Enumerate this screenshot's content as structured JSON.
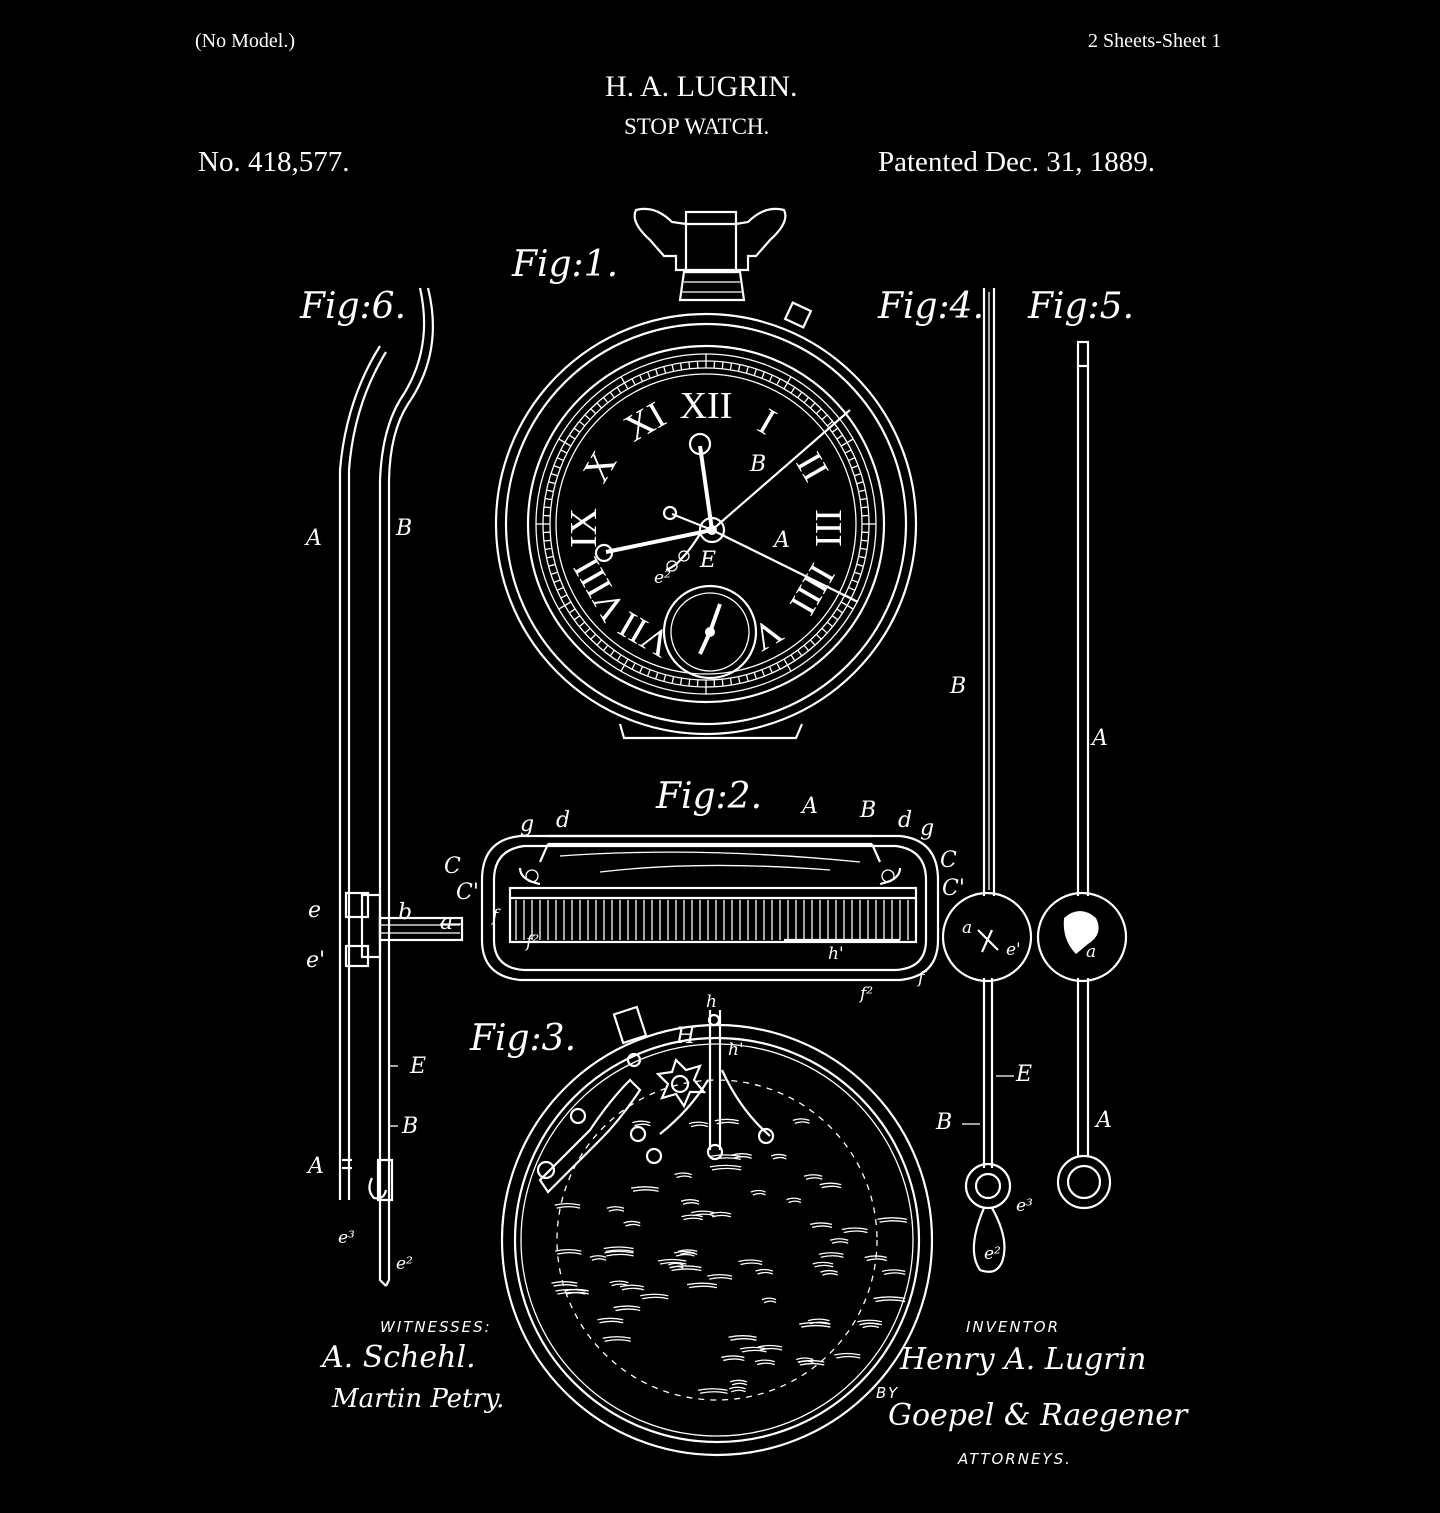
{
  "header": {
    "model_note": "(No Model.)",
    "sheets": "2 Sheets-Sheet 1",
    "inventor_name": "H. A. LUGRIN.",
    "invention": "STOP WATCH.",
    "patent_number": "No. 418,577.",
    "patent_date": "Patented Dec. 31, 1889."
  },
  "figures": {
    "fig1": "Fig:1.",
    "fig2": "Fig:2.",
    "fig3": "Fig:3.",
    "fig4": "Fig:4.",
    "fig5": "Fig:5.",
    "fig6": "Fig:6."
  },
  "dial": {
    "numerals": [
      "XII",
      "I",
      "II",
      "III",
      "IIII",
      "V",
      "VI",
      "VII",
      "VIII",
      "IX",
      "X",
      "XI"
    ]
  },
  "reference_labels": {
    "A": "A",
    "B": "B",
    "C": "C",
    "C1": "C'",
    "E": "E",
    "H": "H",
    "a": "a",
    "b": "b",
    "d": "d",
    "e": "e",
    "e1": "e'",
    "e2": "e²",
    "e3": "e³",
    "f": "f",
    "f2": "f²",
    "g": "g",
    "h": "h",
    "h1": "h'"
  },
  "footer": {
    "witnesses_label": "WITNESSES:",
    "witness_1": "A. Schehl.",
    "witness_2": "Martin Petry.",
    "inventor_label": "INVENTOR",
    "inventor_signature": "Henry A. Lugrin",
    "by_label": "BY",
    "attorneys_signature": "Goepel & Raegener",
    "attorneys_label": "ATTORNEYS."
  }
}
